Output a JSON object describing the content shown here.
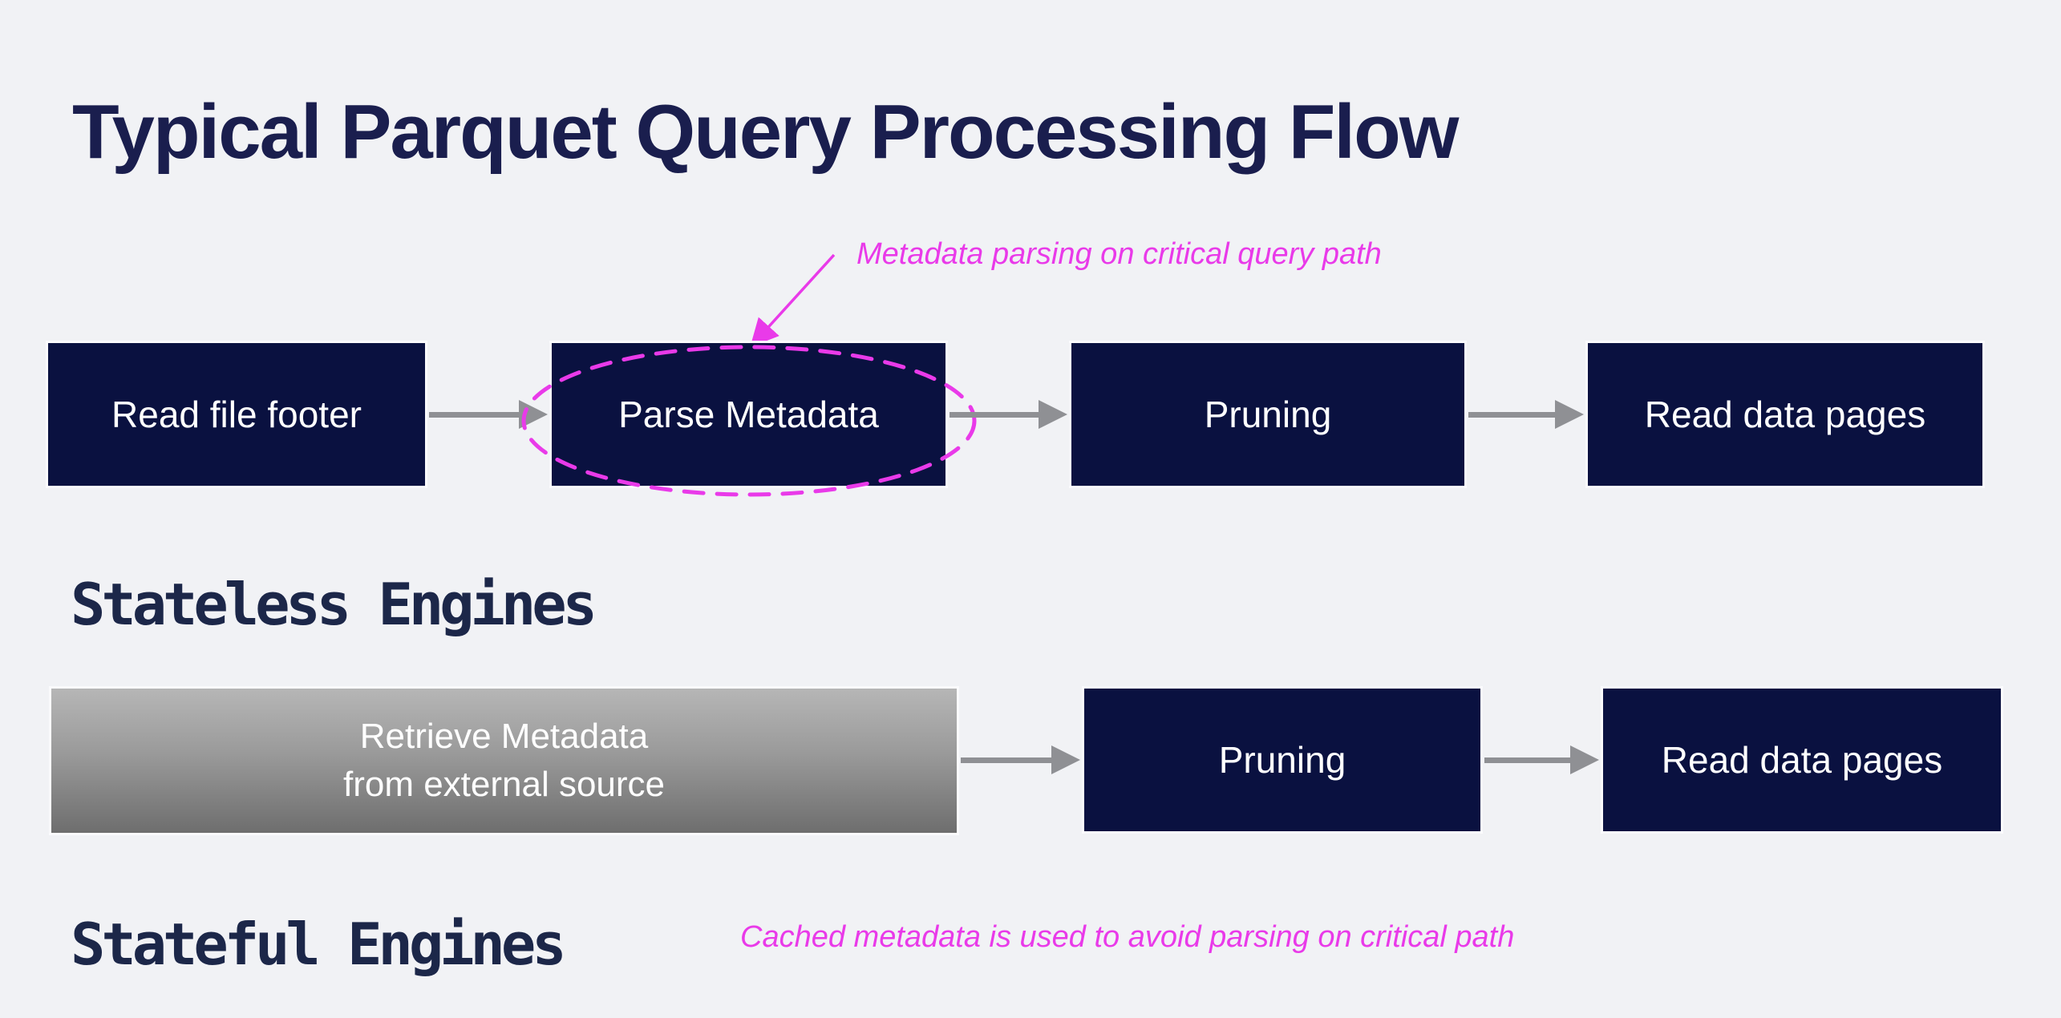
{
  "title": {
    "text": "Typical Parquet Query Processing Flow"
  },
  "annotations": {
    "top": {
      "text": "Metadata parsing on critical query path"
    },
    "bottom": {
      "text": "Cached metadata is used to avoid parsing on critical path"
    }
  },
  "flows": {
    "stateless": {
      "caption": "Stateless Engines",
      "steps": [
        {
          "label": "Read file footer"
        },
        {
          "label": "Parse Metadata",
          "highlighted": true
        },
        {
          "label": "Pruning"
        },
        {
          "label": "Read data pages"
        }
      ]
    },
    "stateful": {
      "caption": "Stateful Engines",
      "steps": [
        {
          "line1": "Retrieve Metadata",
          "line2": "from external source",
          "style": "external-source-gray"
        },
        {
          "label": "Pruning"
        },
        {
          "label": "Read data pages"
        }
      ]
    }
  },
  "colors": {
    "background": "#f1f2f5",
    "navy_box": "#0a1140",
    "title_text": "#1a1e4e",
    "caption_text": "#1c2749",
    "magenta": "#e93ae9",
    "arrow_gray": "#8f9094",
    "box_text": "#ffffff",
    "gray_box_top": "#b6b6b6",
    "gray_box_bottom": "#6e6e6e"
  }
}
